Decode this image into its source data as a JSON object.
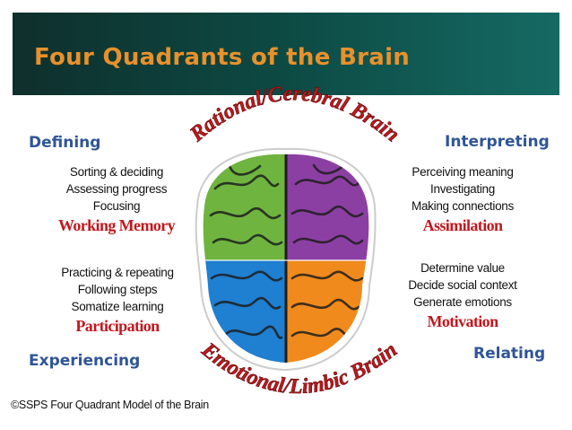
{
  "slide": {
    "title": "Four Quadrants of the Brain",
    "colors": {
      "banner": "#0f3f3a",
      "title": "#e8912c",
      "heading": "#2f5597",
      "keyword": "#c0181e"
    }
  },
  "arcs": {
    "top": "Rational/Cerebral Brain",
    "bottom": "Emotional/Limbic Brain"
  },
  "quadrants": {
    "defining": {
      "heading": "Defining",
      "lines": [
        "Sorting & deciding",
        "Assessing progress",
        "Focusing"
      ],
      "keyword": "Working Memory",
      "color": "#6fb43f"
    },
    "interpreting": {
      "heading": "Interpreting",
      "lines": [
        "Perceiving meaning",
        "Investigating",
        "Making connections"
      ],
      "keyword": "Assimilation",
      "color": "#8c3fa3"
    },
    "experiencing": {
      "heading": "Experiencing",
      "lines": [
        "Practicing & repeating",
        "Following steps",
        "Somatize learning"
      ],
      "keyword": "Participation",
      "color": "#1f7fd0"
    },
    "relating": {
      "heading": "Relating",
      "lines": [
        "Determine value",
        "Decide social context",
        "Generate emotions"
      ],
      "keyword": "Motivation",
      "color": "#f08a1c"
    }
  },
  "credit": "©SSPS Four Quadrant Model of the Brain"
}
